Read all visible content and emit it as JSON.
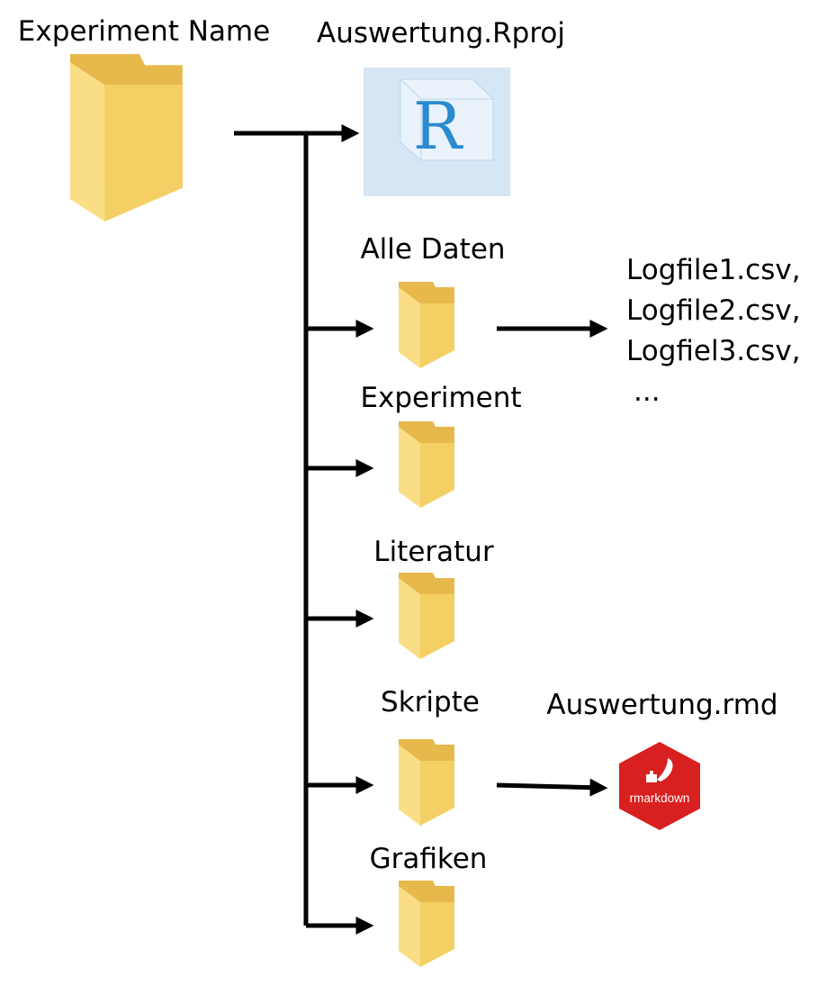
{
  "root": {
    "label": "Experiment Name",
    "icon": "folder-icon"
  },
  "project_file": {
    "label": "Auswertung.Rproj",
    "icon": "r-project-icon",
    "glyph": "R"
  },
  "folders": [
    {
      "label": "Alle Daten",
      "icon": "folder-icon"
    },
    {
      "label": "Experiment",
      "icon": "folder-icon"
    },
    {
      "label": "Literatur",
      "icon": "folder-icon"
    },
    {
      "label": "Skripte",
      "icon": "folder-icon"
    },
    {
      "label": "Grafiken",
      "icon": "folder-icon"
    }
  ],
  "logfiles": [
    "Logfile1.csv,",
    "Logfile2.csv,",
    "Logfiel3.csv,",
    "..."
  ],
  "rmd_file": {
    "label": "Auswertung.rmd",
    "icon": "rmarkdown-icon",
    "badge_text": "rmarkdown"
  },
  "colors": {
    "folder_front": "#F7D775",
    "folder_back": "#E7B94C",
    "r_logo_bg": "#D6E6F5",
    "r_letter": "#2A8BD1",
    "rmarkdown_red": "#D92020"
  }
}
